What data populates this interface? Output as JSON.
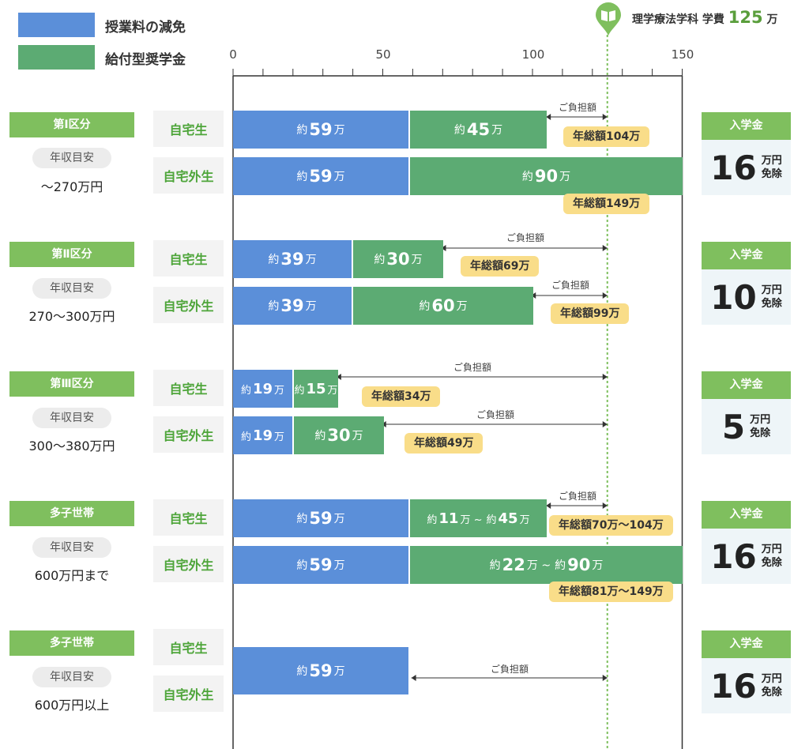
{
  "legend": [
    {
      "label": "授業料の減免",
      "color": "#5b8fd9"
    },
    {
      "label": "給付型奨学金",
      "color": "#5cab73"
    }
  ],
  "axis": {
    "ticks": [
      "0",
      "50",
      "100",
      "150"
    ]
  },
  "reference": {
    "text": "理学療法学科 学費",
    "value": "125",
    "unit": "万",
    "icon": "book-map-pin-icon"
  },
  "burden_label": "ご負担額",
  "entrance": {
    "label": "入学金",
    "unit_top": "万円",
    "unit_bottom": "免除"
  },
  "tiers": [
    {
      "name": "第Ⅰ区分",
      "income_label": "年収目安",
      "income": "〜270万円",
      "rows": [
        {
          "type": "自宅生",
          "tuition": {
            "pre": "約",
            "num": "59",
            "post": "万"
          },
          "grant": {
            "parts": [
              {
                "pre": "約",
                "num": "45",
                "post": "万"
              }
            ]
          },
          "total": "年総額104万"
        },
        {
          "type": "自宅外生",
          "tuition": {
            "pre": "約",
            "num": "59",
            "post": "万"
          },
          "grant": {
            "parts": [
              {
                "pre": "約",
                "num": "90",
                "post": "万"
              }
            ]
          },
          "total": "年総額149万"
        }
      ],
      "entrance_value": "16"
    },
    {
      "name": "第Ⅱ区分",
      "income_label": "年収目安",
      "income": "270〜300万円",
      "rows": [
        {
          "type": "自宅生",
          "tuition": {
            "pre": "約",
            "num": "39",
            "post": "万"
          },
          "grant": {
            "parts": [
              {
                "pre": "約",
                "num": "30",
                "post": "万"
              }
            ]
          },
          "total": "年総額69万"
        },
        {
          "type": "自宅外生",
          "tuition": {
            "pre": "約",
            "num": "39",
            "post": "万"
          },
          "grant": {
            "parts": [
              {
                "pre": "約",
                "num": "60",
                "post": "万"
              }
            ]
          },
          "total": "年総額99万"
        }
      ],
      "entrance_value": "10"
    },
    {
      "name": "第Ⅲ区分",
      "income_label": "年収目安",
      "income": "300〜380万円",
      "rows": [
        {
          "type": "自宅生",
          "tuition": {
            "pre": "約",
            "num": "19",
            "post": "万"
          },
          "grant": {
            "parts": [
              {
                "pre": "約",
                "num": "15",
                "post": "万"
              }
            ]
          },
          "total": "年総額34万"
        },
        {
          "type": "自宅外生",
          "tuition": {
            "pre": "約",
            "num": "19",
            "post": "万"
          },
          "grant": {
            "parts": [
              {
                "pre": "約",
                "num": "30",
                "post": "万"
              }
            ]
          },
          "total": "年総額49万"
        }
      ],
      "entrance_value": "5"
    },
    {
      "name": "多子世帯",
      "income_label": "年収目安",
      "income": "600万円まで",
      "rows": [
        {
          "type": "自宅生",
          "tuition": {
            "pre": "約",
            "num": "59",
            "post": "万"
          },
          "grant": {
            "parts": [
              {
                "pre": "約",
                "num": "11",
                "post": "万 ~"
              },
              {
                "pre": "約",
                "num": "45",
                "post": "万"
              }
            ]
          },
          "total": "年総額70万〜104万"
        },
        {
          "type": "自宅外生",
          "tuition": {
            "pre": "約",
            "num": "59",
            "post": "万"
          },
          "grant": {
            "parts": [
              {
                "pre": "約",
                "num": "22",
                "post": "万 ~"
              },
              {
                "pre": "約",
                "num": "90",
                "post": "万"
              }
            ]
          },
          "total": "年総額81万〜149万"
        }
      ],
      "entrance_value": "16"
    },
    {
      "name": "多子世帯",
      "income_label": "年収目安",
      "income": "600万円以上",
      "rows": [
        {
          "type": "自宅生"
        },
        {
          "type": "自宅外生"
        }
      ],
      "merged_tuition": {
        "pre": "約",
        "num": "59",
        "post": "万"
      },
      "entrance_value": "16"
    }
  ],
  "chart_data": {
    "type": "bar",
    "stacked": true,
    "orientation": "horizontal",
    "xlim": [
      0,
      150
    ],
    "reference_line": 125,
    "categories": [
      "第Ⅰ区分 自宅生",
      "第Ⅰ区分 自宅外生",
      "第Ⅱ区分 自宅生",
      "第Ⅱ区分 自宅外生",
      "第Ⅲ区分 自宅生",
      "第Ⅲ区分 自宅外生",
      "多子世帯 600万円まで 自宅生",
      "多子世帯 600万円まで 自宅外生",
      "多子世帯 600万円以上"
    ],
    "series": [
      {
        "name": "授業料の減免",
        "values": [
          59,
          59,
          39,
          39,
          19,
          19,
          59,
          59,
          59
        ]
      },
      {
        "name": "給付型奨学金",
        "values": [
          45,
          90,
          30,
          60,
          15,
          30,
          45,
          90,
          0
        ]
      }
    ]
  }
}
